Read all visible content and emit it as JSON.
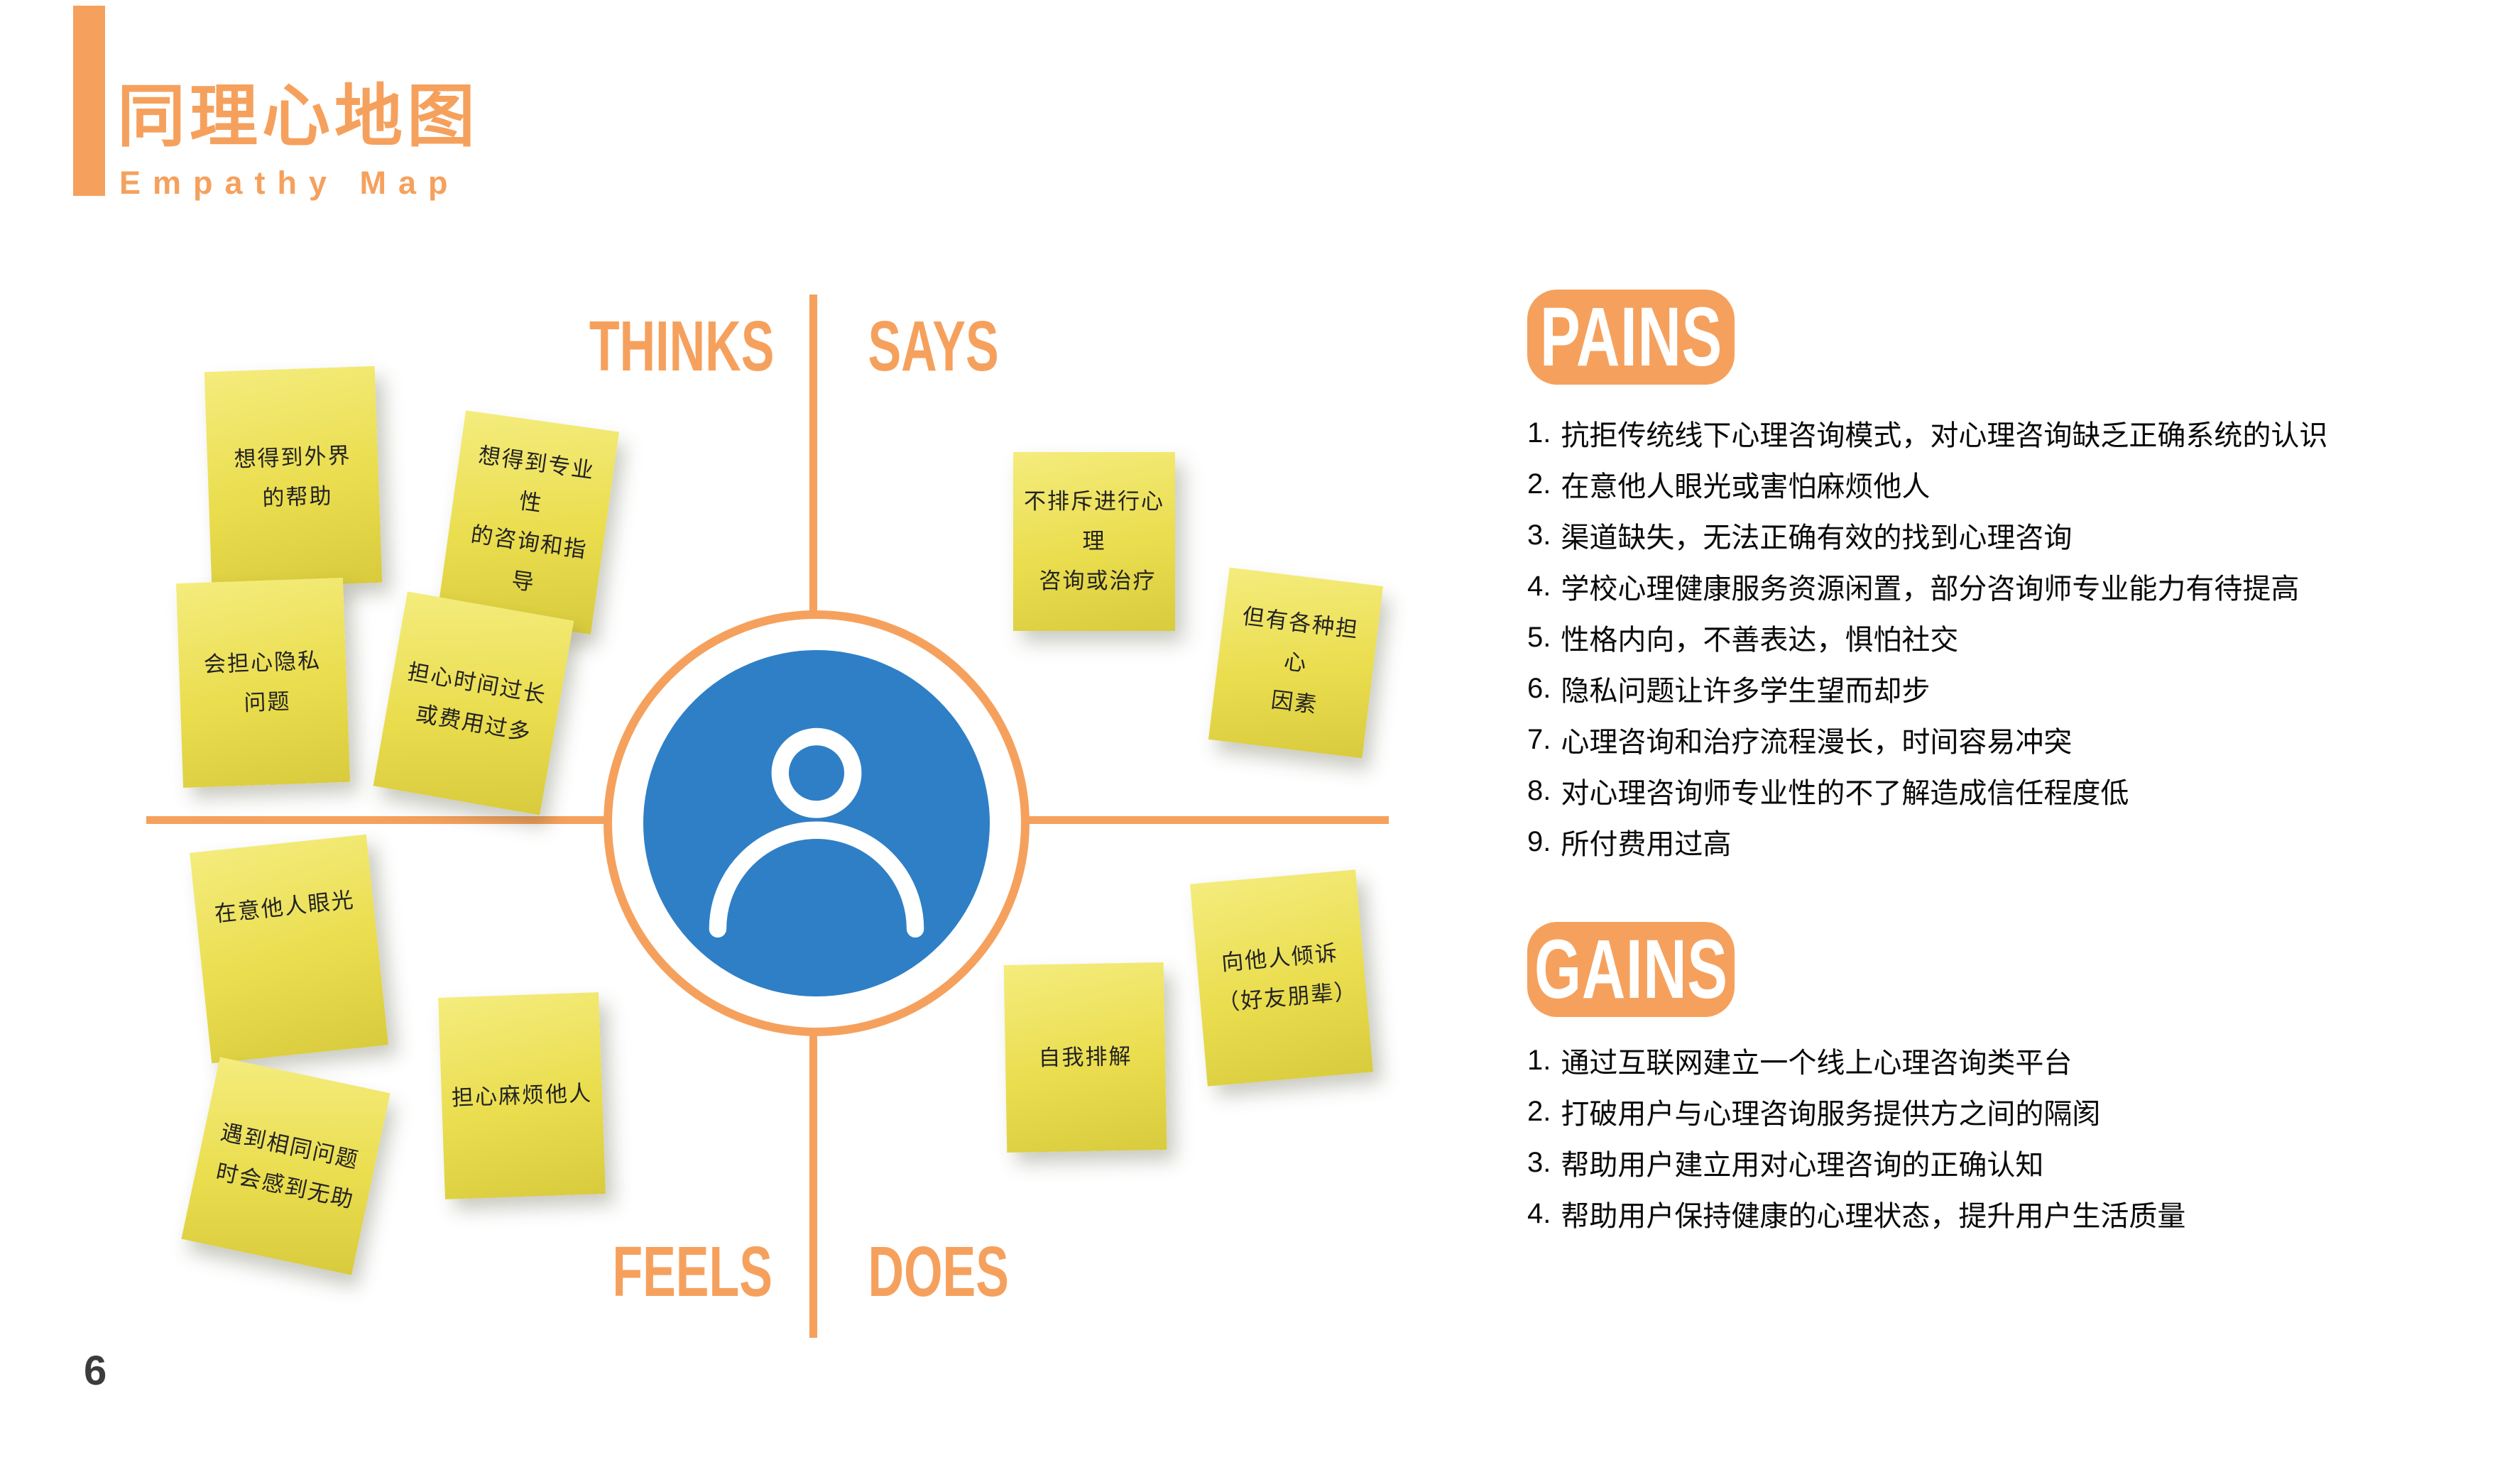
{
  "header": {
    "title": "同理心地图",
    "subtitle": "Empathy Map"
  },
  "page_number": "6",
  "map": {
    "quadrant_labels": {
      "thinks": "THINKS",
      "says": "SAYS",
      "feels": "FEELS",
      "does": "DOES"
    },
    "center_icon": "user-avatar",
    "notes": {
      "thinks": [
        {
          "lines": [
            "想得到外界",
            "的帮助"
          ]
        },
        {
          "lines": [
            "想得到专业性",
            "的咨询和指导"
          ]
        },
        {
          "lines": [
            "会担心隐私",
            "问题"
          ]
        },
        {
          "lines": [
            "担心时间过长",
            "或费用过多"
          ]
        }
      ],
      "says": [
        {
          "lines": [
            "不排斥进行心理",
            "咨询或治疗"
          ]
        },
        {
          "lines": [
            "但有各种担心",
            "因素"
          ]
        }
      ],
      "feels": [
        {
          "lines": [
            "在意他人眼光"
          ]
        },
        {
          "lines": [
            "遇到相同问题",
            "时会感到无助"
          ]
        },
        {
          "lines": [
            "担心麻烦他人"
          ]
        }
      ],
      "does": [
        {
          "lines": [
            "自我排解"
          ]
        },
        {
          "lines": [
            "向他人倾诉",
            "（好友朋辈）"
          ]
        }
      ]
    }
  },
  "pains": {
    "label": "PAINS",
    "items": [
      {
        "num": "1.",
        "text": "抗拒传统线下心理咨询模式，对心理咨询缺乏正确系统的认识"
      },
      {
        "num": "2.",
        "text": "在意他人眼光或害怕麻烦他人"
      },
      {
        "num": "3.",
        "text": "渠道缺失，无法正确有效的找到心理咨询"
      },
      {
        "num": "4.",
        "text": "学校心理健康服务资源闲置，部分咨询师专业能力有待提高"
      },
      {
        "num": "5.",
        "text": "性格内向，不善表达，惧怕社交"
      },
      {
        "num": "6.",
        "text": "隐私问题让许多学生望而却步"
      },
      {
        "num": "7.",
        "text": "心理咨询和治疗流程漫长，时间容易冲突"
      },
      {
        "num": "8.",
        "text": "对心理咨询师专业性的不了解造成信任程度低"
      },
      {
        "num": "9.",
        "text": "所付费用过高"
      }
    ]
  },
  "gains": {
    "label": "GAINS",
    "items": [
      {
        "num": "1.",
        "text": "通过互联网建立一个线上心理咨询类平台"
      },
      {
        "num": "2.",
        "text": "打破用户与心理咨询服务提供方之间的隔阂"
      },
      {
        "num": "3.",
        "text": "帮助用户建立用对心理咨询的正确认知"
      },
      {
        "num": "4.",
        "text": "帮助用户保持健康的心理状态，提升用户生活质量"
      }
    ]
  },
  "colors": {
    "accent": "#F5A15D",
    "avatar_blue": "#2E7FC6",
    "note_yellow": "#EADD4E"
  }
}
